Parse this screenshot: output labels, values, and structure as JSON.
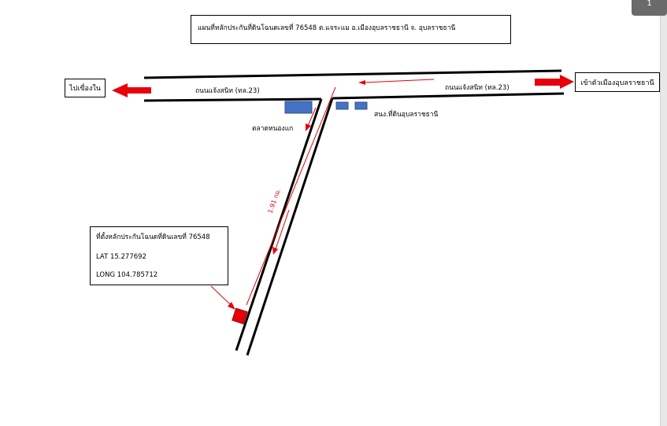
{
  "title": "แผนที่หลักประกันที่ดินโฉนดเลขที่ 76548 ต.แจระแม อ.เมืองอุบลราชธานี จ. อุบลราชธานี",
  "signs": {
    "left": "ไปเขื่องใน",
    "right": "เข้าตัวเมืองอุบลราชธานี"
  },
  "roads": {
    "left_label": "ถนนแจ้งสนิท (ทล.23)",
    "right_label": "ถนนแจ้งสนิท (ทล.23)"
  },
  "landmarks": {
    "market": "ตลาดหนองแก",
    "land_office": "สนง.ที่ดินอุบลราชธานี"
  },
  "distance_label": "1.91 กม.",
  "location": {
    "title": "ที่ตั้งหลักประกันโฉนดที่ดินเลขที่ 76548",
    "lat": "LAT 15.277692",
    "long": "LONG 104.785712"
  },
  "page_indicator": "1",
  "colors": {
    "arrow": "#e8000b",
    "route": "#e8000b",
    "building": "#4472c4",
    "road": "#000000"
  }
}
